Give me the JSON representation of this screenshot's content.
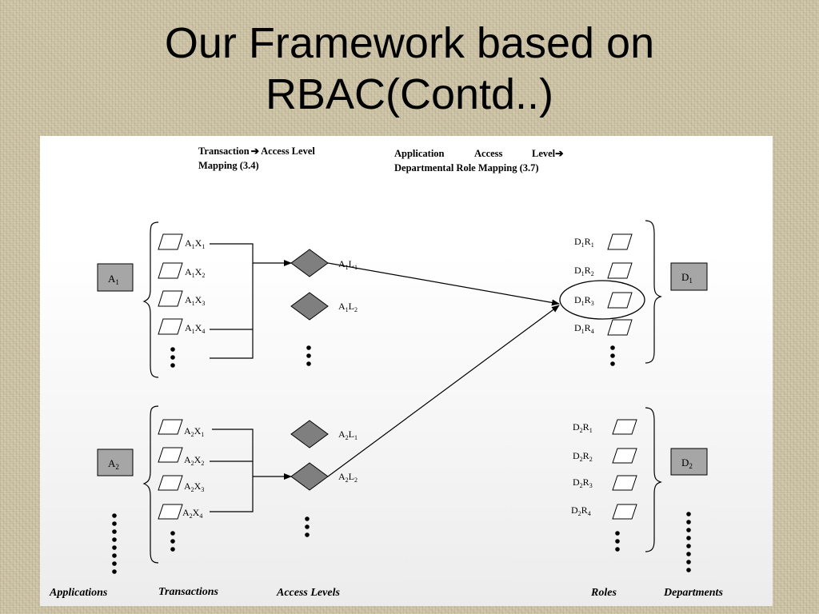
{
  "slide": {
    "title_line1": "Our Framework based on",
    "title_line2": "RBAC(Contd..)"
  },
  "annotations": {
    "transaction_mapping_line1": "Transaction",
    "transaction_mapping_line1b": "Access Level",
    "transaction_mapping_line2": "Mapping  (3.4)",
    "application_mapping_w1": "Application",
    "application_mapping_w2": "Access",
    "application_mapping_w3": "Level",
    "application_mapping_line2": "Departmental Role Mapping (3.7)"
  },
  "applications": {
    "a1": {
      "base": "A",
      "sub": "1"
    },
    "a2": {
      "base": "A",
      "sub": "2"
    }
  },
  "departments": {
    "d1": {
      "base": "D",
      "sub": "1"
    },
    "d2": {
      "base": "D",
      "sub": "2"
    }
  },
  "group1": {
    "transactions": [
      "A1X1",
      "A1X2",
      "A1X3",
      "A1X4"
    ],
    "access_levels": [
      "A1L1",
      "A1L2"
    ],
    "roles": [
      "D1R1",
      "D1R2",
      "D1R3",
      "D1R4"
    ]
  },
  "group2": {
    "transactions": [
      "A2X1",
      "A2X2",
      "A2X3",
      "A2X4"
    ],
    "access_levels": [
      "A2L1",
      "A2L2"
    ],
    "roles": [
      "D2R1",
      "D2R2",
      "D2R3",
      "D2R4"
    ]
  },
  "labels": {
    "a": "A",
    "x": "X",
    "l": "L",
    "d": "D",
    "r": "R",
    "one": "1",
    "two": "2",
    "three": "3",
    "four": "4"
  },
  "footer": {
    "applications": "Applications",
    "transactions": "Transactions",
    "access_levels": "Access Levels",
    "roles": "Roles",
    "departments": "Departments"
  }
}
